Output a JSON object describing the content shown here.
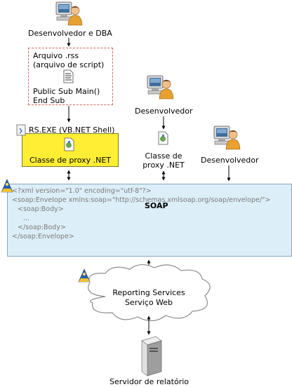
{
  "actors": {
    "dev_dba": "Desenvolvedor e DBA",
    "dev_middle": "Desenvolvedor",
    "dev_right": "Desenvolvedor"
  },
  "script_box": {
    "line1": "Arquivo .rss",
    "line2": "(arquivo de script)",
    "code1": "Public Sub Main()",
    "code2": "End Sub"
  },
  "rs_exe": "RS.EXE (VB.NET Shell)",
  "proxy_class": "Classe de proxy .NET",
  "middle_proxy": {
    "line1": "Classe de",
    "line2": "proxy .NET"
  },
  "soap": {
    "title": "SOAP",
    "xml": [
      "<?xml version=\"1.0\" encoding=\"utf-8\"?>",
      "<soap:Envelope xmlns:soap=\"http://schemas.xmlsoap.org/soap/envelope/\">",
      "<soap:Body>",
      "...",
      "</soap:Body>",
      "</soap:Envelope>"
    ]
  },
  "service": {
    "line1": "Reporting Services",
    "line2": "Serviço Web"
  },
  "server": "Servidor de relatório",
  "colors": {
    "proxy_fill": "#ffee33",
    "soap_fill": "#dceef8",
    "script_border": "#d9665c"
  }
}
